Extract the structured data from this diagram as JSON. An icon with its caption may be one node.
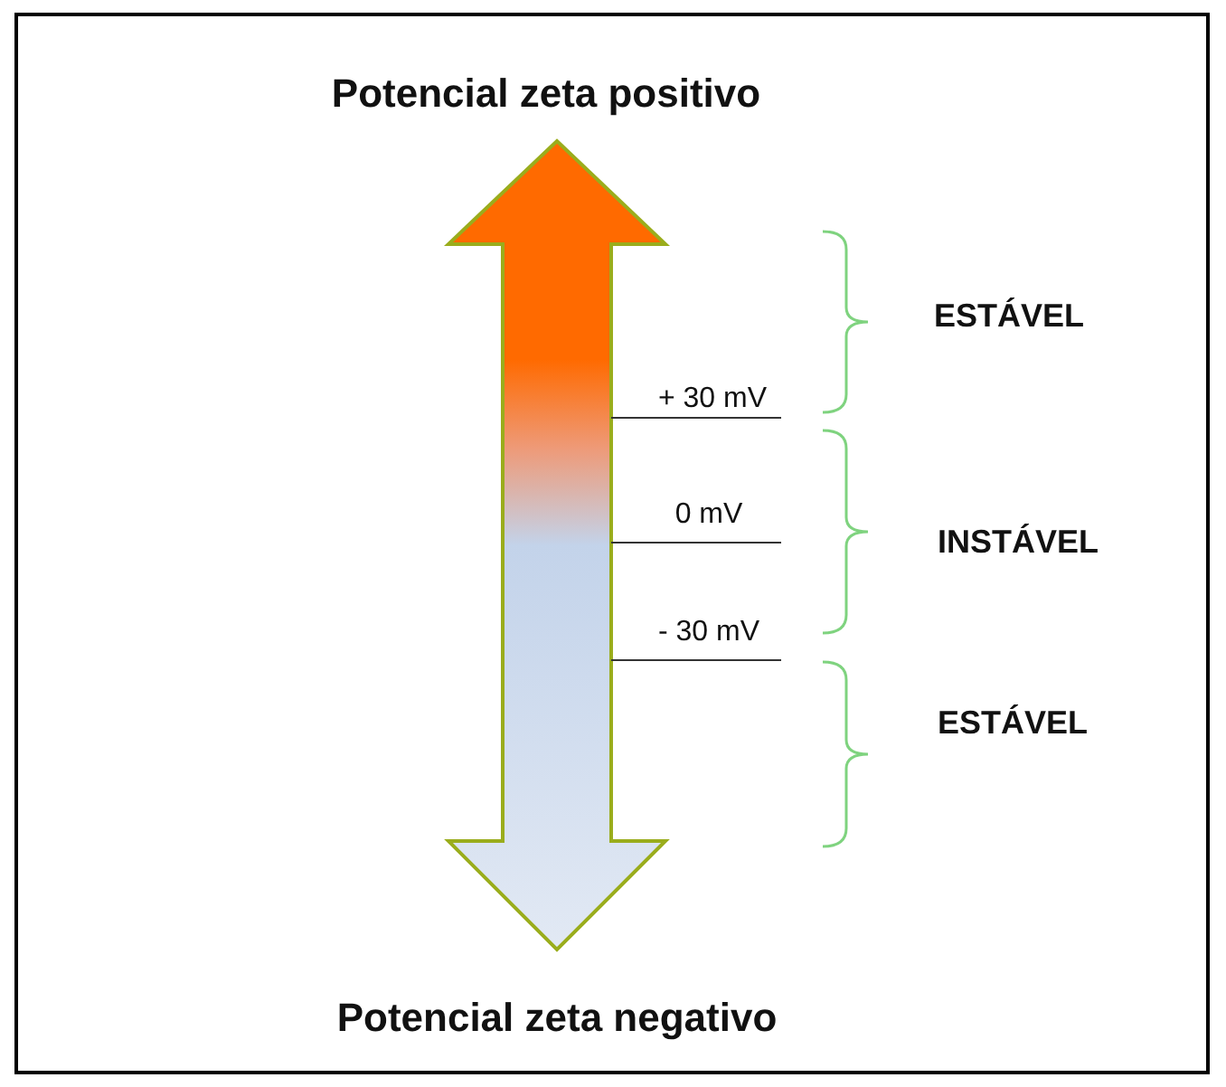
{
  "diagram": {
    "labels": [
      "Potencial zeta positivo",
      "ESTÁVEL",
      "+ 30 mV",
      "0 mV",
      "INSTÁVEL",
      "- 30 mV",
      "ESTÁVEL",
      "Potencial zeta negativo"
    ]
  }
}
